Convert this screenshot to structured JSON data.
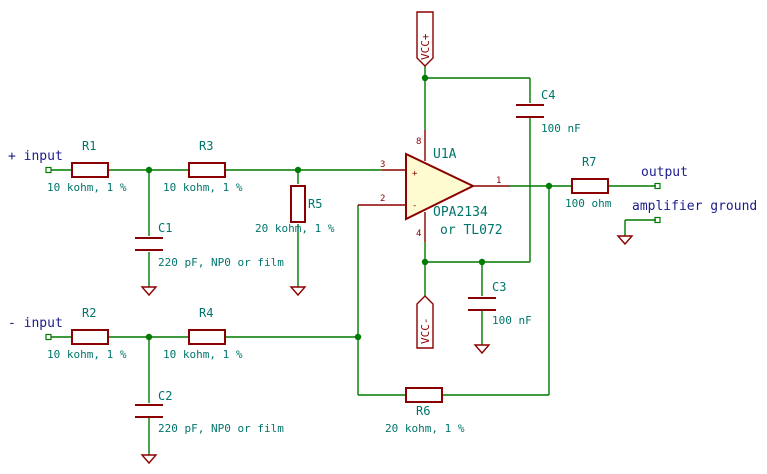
{
  "nets": {
    "plus_input": "+ input",
    "minus_input": "- input",
    "output": "output",
    "amplifier_ground": "amplifier ground",
    "vcc_plus": "VCC+",
    "vcc_minus": "VCC-"
  },
  "components": {
    "r1": {
      "ref": "R1",
      "value": "10 kohm, 1 %"
    },
    "r2": {
      "ref": "R2",
      "value": "10 kohm, 1 %"
    },
    "r3": {
      "ref": "R3",
      "value": "10 kohm, 1 %"
    },
    "r4": {
      "ref": "R4",
      "value": "10 kohm, 1 %"
    },
    "r5": {
      "ref": "R5",
      "value": "20 kohm, 1 %"
    },
    "r6": {
      "ref": "R6",
      "value": "20 kohm, 1 %"
    },
    "r7": {
      "ref": "R7",
      "value": "100 ohm"
    },
    "c1": {
      "ref": "C1",
      "value": "220 pF, NP0 or film"
    },
    "c2": {
      "ref": "C2",
      "value": "220 pF, NP0 or film"
    },
    "c3": {
      "ref": "C3",
      "value": "100 nF"
    },
    "c4": {
      "ref": "C4",
      "value": "100 nF"
    },
    "u1a": {
      "ref": "U1A",
      "value": "OPA2134",
      "alt": "or TL072"
    }
  },
  "pins": {
    "p1": "1",
    "p2": "2",
    "p3": "3",
    "p4": "4",
    "p8": "8",
    "plus": "+",
    "minus": "-"
  }
}
